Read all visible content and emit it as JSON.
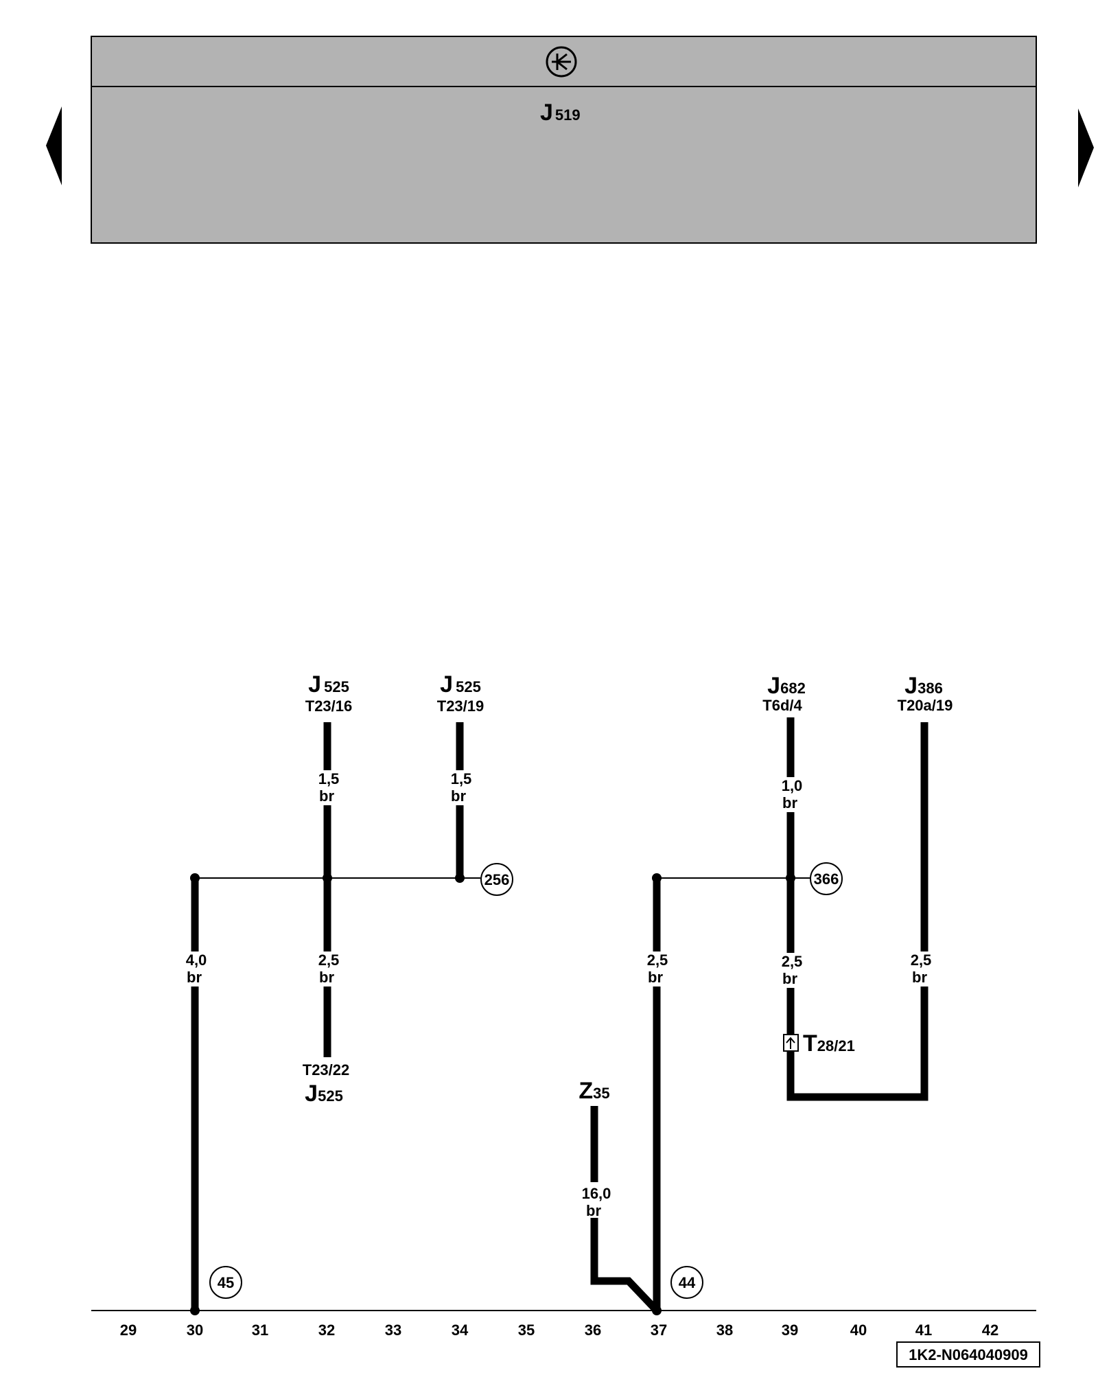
{
  "header": {
    "symbol": "control-unit-icon",
    "unit_main": "J",
    "unit_sub": "519",
    "bg_color": "#b3b3b3"
  },
  "nav": {
    "prev": "previous-page",
    "next": "next-page"
  },
  "components": {
    "j525_a": {
      "main": "J",
      "sub": "525",
      "pin": "T23/16"
    },
    "j525_b": {
      "main": "J",
      "sub": "525",
      "pin": "T23/19"
    },
    "j682": {
      "main": "J",
      "sub": "682",
      "pin": "T6d/4"
    },
    "j386": {
      "main": "J",
      "sub": "386",
      "pin": "T20a/19"
    },
    "j525_c": {
      "main": "J",
      "sub": "525",
      "pin": "T23/22"
    },
    "z35": {
      "main": "Z",
      "sub": "35"
    },
    "t28": {
      "main": "T",
      "sub": "28/21"
    }
  },
  "wires": {
    "w1": {
      "size": "1,5",
      "color": "br"
    },
    "w2": {
      "size": "1,5",
      "color": "br"
    },
    "w3": {
      "size": "1,0",
      "color": "br"
    },
    "w4": {
      "size": "4,0",
      "color": "br"
    },
    "w5": {
      "size": "2,5",
      "color": "br"
    },
    "w6": {
      "size": "2,5",
      "color": "br"
    },
    "w7": {
      "size": "2,5",
      "color": "br"
    },
    "w8": {
      "size": "2,5",
      "color": "br"
    },
    "w9": {
      "size": "16,0",
      "color": "br"
    }
  },
  "refs": {
    "r256": "256",
    "r366": "366",
    "r45": "45",
    "r44": "44"
  },
  "columns": [
    "29",
    "30",
    "31",
    "32",
    "33",
    "34",
    "35",
    "36",
    "37",
    "38",
    "39",
    "40",
    "41",
    "42"
  ],
  "doc_id": "1K2-N064040909"
}
